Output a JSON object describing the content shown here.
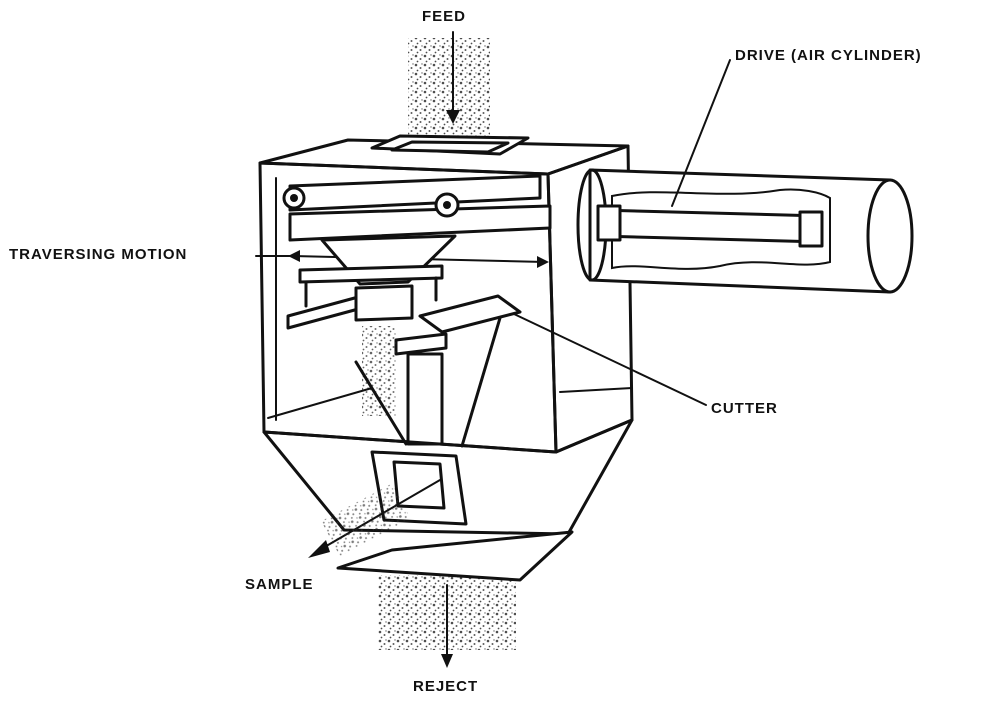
{
  "labels": {
    "feed": "FEED",
    "drive": "DRIVE (AIR CYLINDER)",
    "traversing": "TRAVERSING MOTION",
    "cutter": "CUTTER",
    "sample": "SAMPLE",
    "reject": "REJECT"
  },
  "colors": {
    "ink": "#111111",
    "paper": "#ffffff"
  }
}
